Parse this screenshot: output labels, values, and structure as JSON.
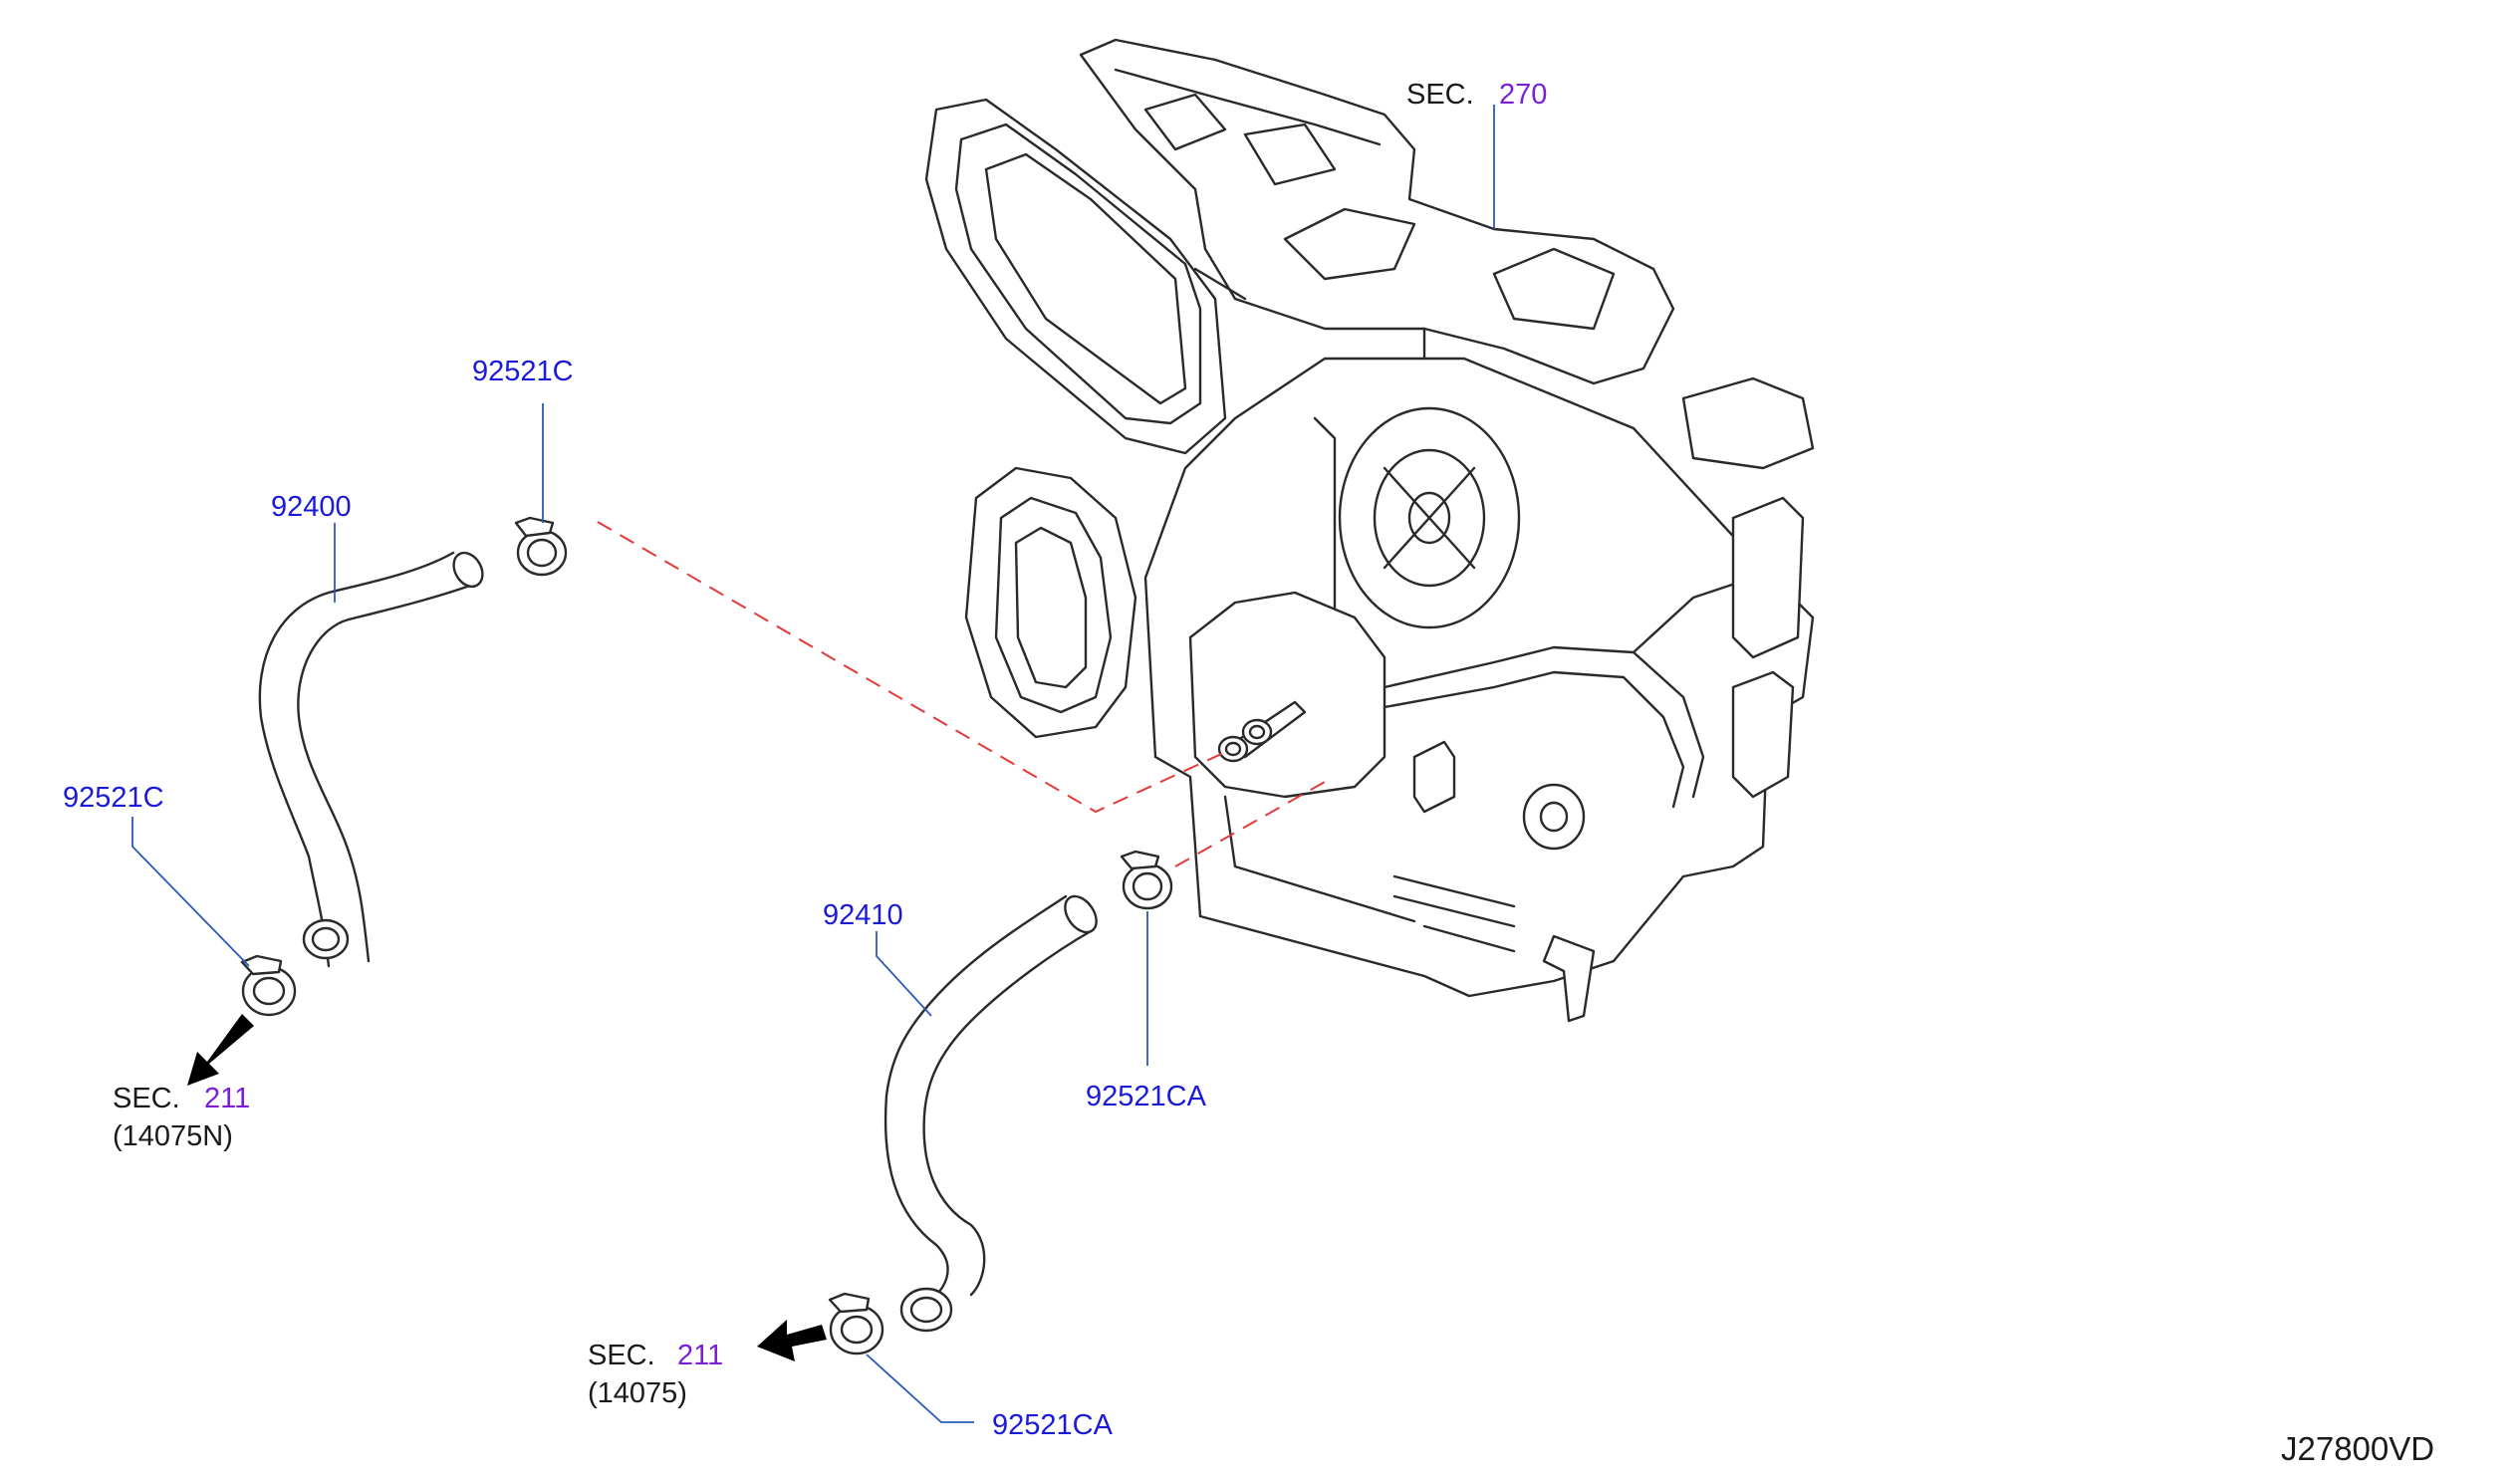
{
  "diagram": {
    "drawing_number": "J27800VD",
    "part_numbers": {
      "hose_upper": "92400",
      "hose_lower": "92410",
      "clamp_upper_top": "92521C",
      "clamp_upper_bottom": "92521C",
      "clamp_lower_top": "92521CA",
      "clamp_lower_bottom": "92521CA"
    },
    "section_refs": {
      "heater_unit": {
        "prefix": "SEC.",
        "number": "270"
      },
      "engine_outlet": {
        "prefix": "SEC.",
        "number": "211",
        "sub": "(14075N)"
      },
      "engine_inlet": {
        "prefix": "SEC.",
        "number": "211",
        "sub": "(14075)"
      }
    },
    "colors": {
      "part_number": "#1a1ad8",
      "section_number": "#7a1fd6",
      "leader": "#2a5ab8",
      "centerline": "#e23a3a"
    }
  }
}
